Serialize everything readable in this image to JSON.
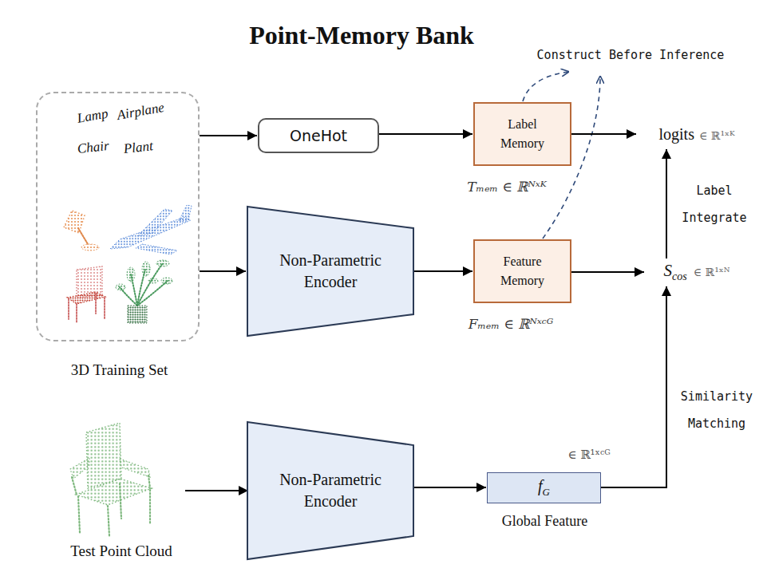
{
  "diagram": {
    "title": "Point-Memory Bank",
    "nodes": [
      {
        "text": [
          "Lamp",
          "Airplane",
          "Chair",
          "Plant",
          "3D Training Set"
        ]
      },
      {
        "text": [
          "OneHot"
        ]
      },
      {
        "text": [
          "Non-Parametric Encoder"
        ]
      },
      {
        "text": [
          "Label Memory"
        ]
      },
      {
        "text": [
          "Feature Memory"
        ]
      },
      {
        "text": [
          "logits",
          "∈ ℝ¹ˣᴷ"
        ]
      },
      {
        "text": [
          "S",
          "cos",
          "∈ ℝ¹ˣᴺ"
        ]
      },
      {
        "text": [
          "Non-Parametric Encoder"
        ]
      },
      {
        "text": [
          "f",
          "G",
          "Global Feature"
        ]
      }
    ],
    "edges": [
      {
        "from": 0,
        "to": 1,
        "arrow": "to"
      },
      {
        "from": 0,
        "to": 2,
        "arrow": "to"
      },
      {
        "from": 1,
        "to": 3,
        "arrow": "to"
      },
      {
        "from": 2,
        "to": 4,
        "arrow": "to"
      },
      {
        "from": 3,
        "to": 5,
        "arrow": "to"
      },
      {
        "from": 4,
        "to": 6,
        "arrow": "to"
      },
      {
        "from": 6,
        "to": 5,
        "label": "Label Integrate",
        "arrow": "to"
      },
      {
        "from": 7,
        "to": 8,
        "arrow": "to"
      },
      {
        "from": 8,
        "to": 6,
        "label": "Similarity Matching",
        "arrow": "to"
      }
    ],
    "labels": [
      "Construct Before Inference",
      "Tₘₑₘ ∈ ℝᴺˣᴷ",
      "Fₘₑₘ ∈ ℝᴺˣᶜᴳ",
      "∈ ℝ¹ˣᶜᴳ",
      "Test Point Cloud"
    ]
  }
}
